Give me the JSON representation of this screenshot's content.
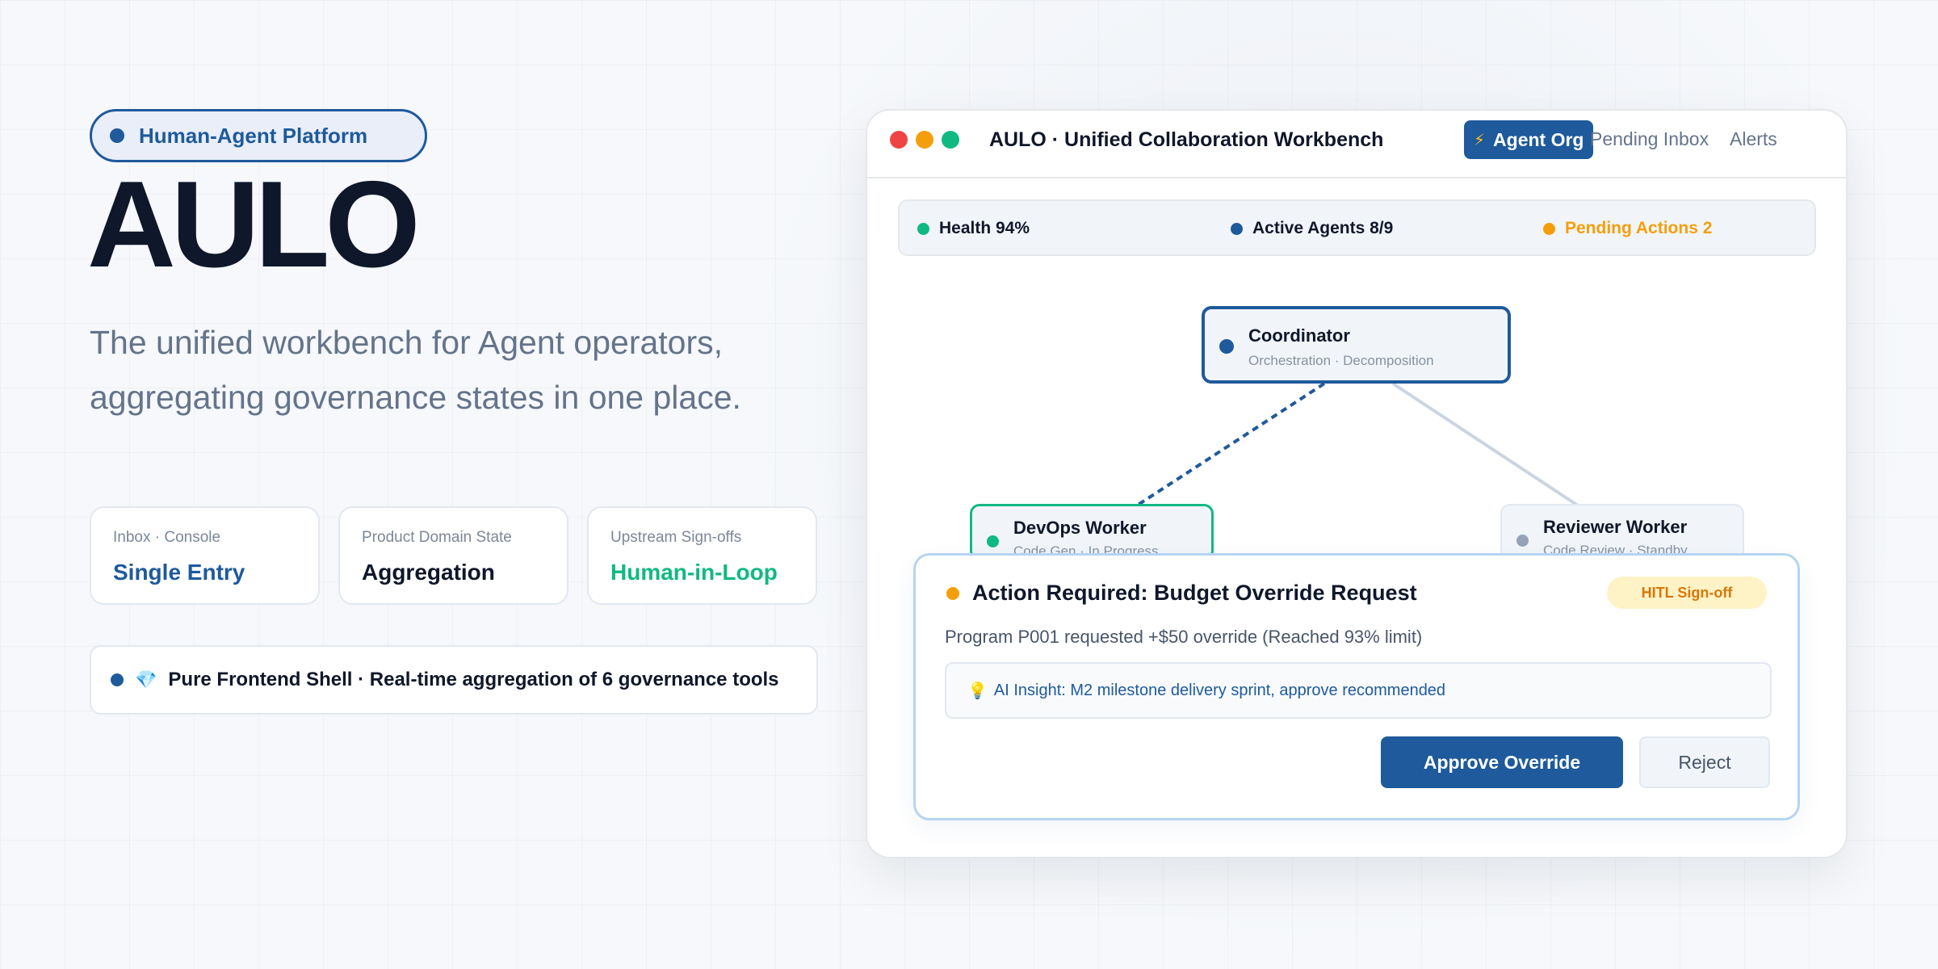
{
  "hero": {
    "badge": "Human-Agent Platform",
    "title": "AULO",
    "subtitle_lines": [
      "The unified workbench for Agent operators,",
      "aggregating governance states in one place."
    ],
    "cards": [
      {
        "label": "Inbox · Console",
        "value": "Single Entry"
      },
      {
        "label": "Product Domain State",
        "value": "Aggregation"
      },
      {
        "label": "Upstream Sign-offs",
        "value": "Human-in-Loop"
      }
    ],
    "note": "Pure Frontend Shell · Real-time aggregation of 6 governance tools",
    "note_icon": "gem-icon"
  },
  "window": {
    "title": "AULO · Unified Collaboration Workbench",
    "tabs": [
      {
        "label": "Agent Org",
        "active": true,
        "icon": "bolt-icon"
      },
      {
        "label": "Pending Inbox",
        "active": false
      },
      {
        "label": "Alerts",
        "active": false
      }
    ],
    "status": [
      {
        "text": "Health 94%",
        "color": "#10b981"
      },
      {
        "text": "Active Agents 8/9",
        "color": "#1e5a9c"
      },
      {
        "text": "Pending Actions 2",
        "color": "#f59e0b"
      }
    ],
    "nodes": {
      "coordinator": {
        "name": "Coordinator",
        "sub": "Orchestration · Decomposition"
      },
      "devops": {
        "name": "DevOps Worker",
        "sub": "Code Gen · In Progress"
      },
      "reviewer": {
        "name": "Reviewer Worker",
        "sub": "Code Review · Standby"
      }
    }
  },
  "action": {
    "title": "Action Required: Budget Override Request",
    "badge": "HITL Sign-off",
    "description": "Program P001 requested +$50 override (Reached 93% limit)",
    "insight": "AI Insight: M2 milestone delivery sprint, approve recommended",
    "insight_icon": "lightbulb-icon",
    "approve_label": "Approve Override",
    "reject_label": "Reject"
  },
  "colors": {
    "brand": "#1e5a9c",
    "success": "#10b981",
    "warning": "#f59e0b",
    "text": "#0f172a",
    "muted": "#64748b"
  }
}
